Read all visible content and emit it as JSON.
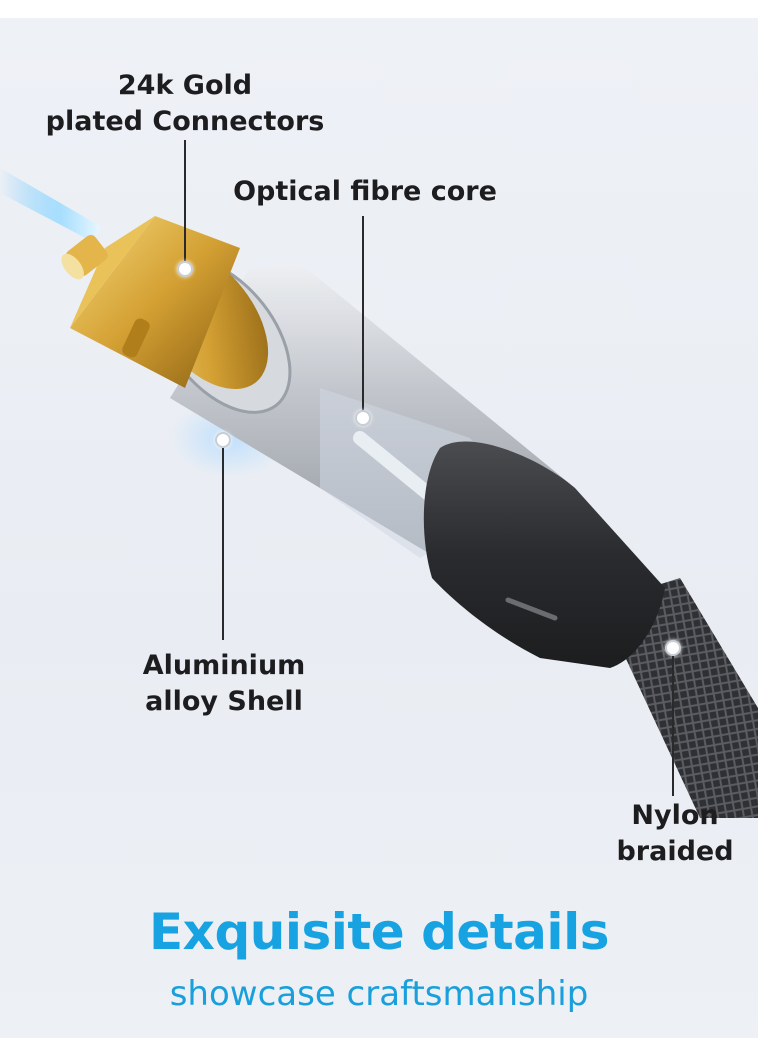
{
  "labels": {
    "gold": {
      "line1": "24k Gold",
      "line2": "plated Connectors"
    },
    "fibre": {
      "line1": "Optical fibre core"
    },
    "shell": {
      "line1": "Aluminium",
      "line2": "alloy Shell"
    },
    "braid": {
      "line1": "Nylon",
      "line2": "braided"
    }
  },
  "headline": "Exquisite details",
  "subline": "showcase craftsmanship",
  "colors": {
    "accent": "#17a3e2",
    "gold": "#d4a536",
    "shell": "#c9ccd1",
    "rubber": "#2b2c2f",
    "label": "#1d1d1f"
  }
}
